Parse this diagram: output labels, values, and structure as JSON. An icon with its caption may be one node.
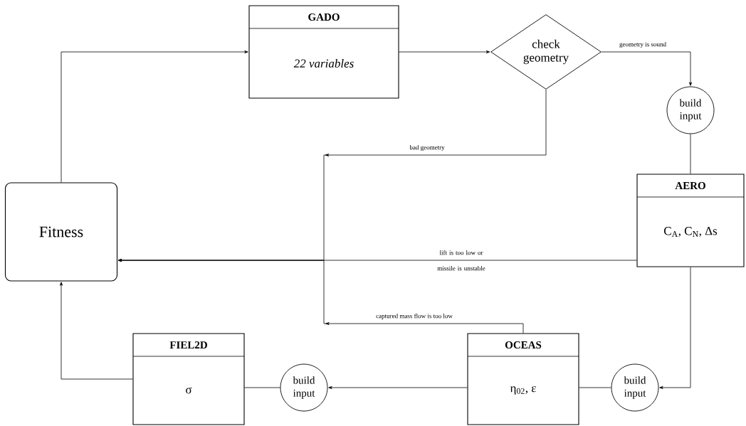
{
  "diagram": {
    "nodes": [
      {
        "text": [
          "GADO",
          "22 variables"
        ]
      },
      {
        "text": [
          "check geometry"
        ]
      },
      {
        "text": [
          "build input"
        ]
      },
      {
        "text": [
          "AERO",
          "C$_{A}$, C$_{N}$, Δs"
        ]
      },
      {
        "text": [
          "Fitness"
        ]
      },
      {
        "text": [
          "OCEAS",
          "η$_{02}$, ε"
        ]
      },
      {
        "text": [
          "build input"
        ]
      },
      {
        "text": [
          "build input"
        ]
      },
      {
        "text": [
          "FIEL2D",
          "σ"
        ]
      }
    ],
    "edges": [
      {
        "from": 4,
        "to": 0,
        "arrow": "to"
      },
      {
        "from": 0,
        "to": 1,
        "arrow": "to"
      },
      {
        "from": 1,
        "to": 2,
        "arrow": "to",
        "label": "geometry is sound"
      },
      {
        "from": 1,
        "to": 4,
        "arrow": "to",
        "label": "bad geometry"
      },
      {
        "from": 3,
        "to": 4,
        "arrow": "to",
        "label": "lift is too low or missile is unstable"
      },
      {
        "from": 5,
        "to": 4,
        "arrow": "to",
        "label": "captured mass flow is too low"
      },
      {
        "from": 2,
        "to": 3,
        "arrow": "none"
      },
      {
        "from": 3,
        "to": 6,
        "arrow": "to"
      },
      {
        "from": 6,
        "to": 5,
        "arrow": "none"
      },
      {
        "from": 5,
        "to": 7,
        "arrow": "to"
      },
      {
        "from": 7,
        "to": 8,
        "arrow": "none"
      },
      {
        "from": 8,
        "to": 4,
        "arrow": "to"
      }
    ]
  }
}
